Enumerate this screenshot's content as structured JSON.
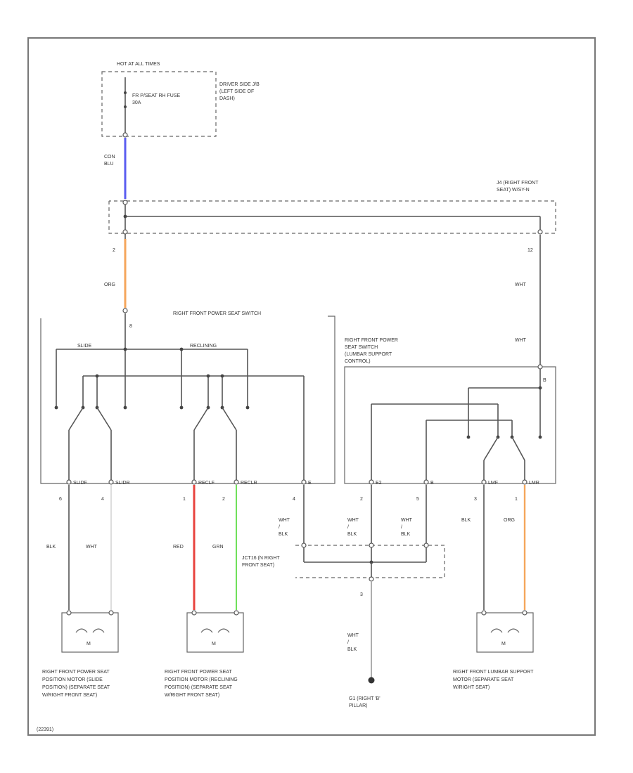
{
  "header": {
    "hot_label": "HOT AT ALL TIMES",
    "fuse_name": "FR P/SEAT RH FUSE 30A",
    "fuse_location": "DRIVER SIDE J/B (LEFT SIDE OF DASH)",
    "conn_wire_top": "CON BLU"
  },
  "connectors": {
    "right_front_seat": "J4 (RIGHT FRONT SEAT) W/SY-N",
    "jct_label": "JCT16 (N RIGHT FRONT SEAT)"
  },
  "pins": {
    "p2": "2",
    "p12": "12",
    "p8": "8",
    "p6": "6",
    "p4": "4",
    "p5": "5",
    "p1": "1",
    "p3": "3",
    "p2b": "2",
    "p3b": "3",
    "p4b": "4",
    "p1b": "1",
    "p2c": "2"
  },
  "wire_colors": {
    "org_top": "ORG",
    "wht_right1": "WHT",
    "wht_right2": "WHT",
    "blk1": "BLK",
    "wht1": "WHT",
    "red": "RED",
    "grn": "GRN",
    "wht_blk_a": "WHT / BLK",
    "wht_blk_b": "WHT / BLK",
    "wht_blk_c": "WHT / BLK",
    "blk2": "BLK",
    "org2": "ORG",
    "wht_blk_gnd": "WHT / BLK"
  },
  "switches": {
    "main_switch": "RIGHT FRONT POWER SEAT SWITCH",
    "slide": "SLIDE",
    "reclining": "RECLINING",
    "lumbar_switch": "RIGHT FRONT POWER SEAT SWITCH (LUMBAR SUPPORT CONTROL)",
    "term_slidf": "SLIDF",
    "term_slidr": "SLIDR",
    "term_recf": "RECLF",
    "term_recr": "RECLR",
    "term_e": "E",
    "term_e2": "E2",
    "term_b": "B",
    "term_lmf": "LMF",
    "term_lmr": "LMR",
    "term_lb": "B"
  },
  "motors": {
    "m_symbol": "M",
    "slide_motor": "RIGHT FRONT POWER SEAT POSITION MOTOR (SLIDE POSITION) (SEPARATE SEAT W/RIGHT FRONT SEAT)",
    "reclining_motor": "RIGHT FRONT POWER SEAT POSITION MOTOR (RECLINING POSITION) (SEPARATE SEAT W/RIGHT FRONT SEAT)",
    "lumbar_motor": "RIGHT FRONT LUMBAR SUPPORT MOTOR (SEPARATE SEAT W/RIGHT SEAT)"
  },
  "ground": {
    "label": "G1 (RIGHT 'B' PILLAR)"
  },
  "footer": {
    "code": "(22391)"
  },
  "colors": {
    "blu": "#5a5cf0",
    "org": "#f5a65b",
    "red": "#e8433e",
    "grn": "#6fe05a",
    "wire": "#555555"
  }
}
